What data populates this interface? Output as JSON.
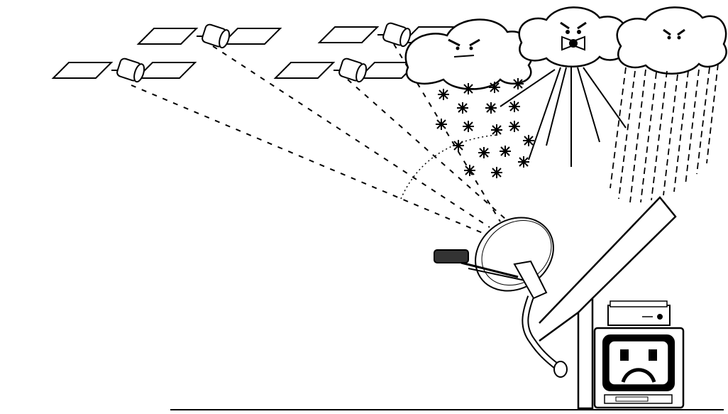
{
  "figure": {
    "satellites": [
      "satellite-1",
      "satellite-2",
      "satellite-3",
      "satellite-4"
    ],
    "clouds": [
      "snow-cloud",
      "storm-cloud",
      "rain-cloud"
    ],
    "weather": [
      "snow",
      "lightning",
      "rain"
    ],
    "dish": "satellite-dish",
    "receiver": "set-top-box",
    "tv_expression": "sad",
    "colors": {
      "stroke": "#000000",
      "background": "#ffffff"
    }
  }
}
